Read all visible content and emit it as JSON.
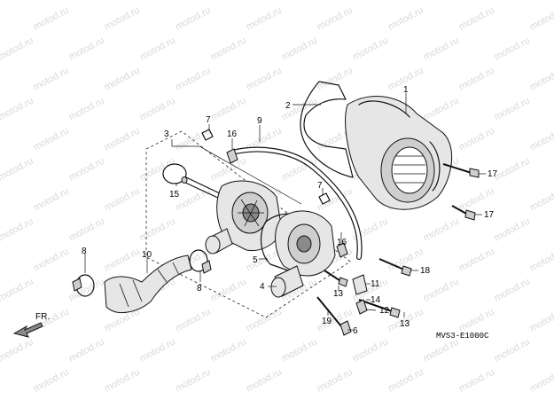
{
  "diagram": {
    "watermark": "motod.ru",
    "diagram_code": "MVS3-E1000C",
    "front_arrow_label": "FR.",
    "callouts": [
      "1",
      "2",
      "3",
      "4",
      "5",
      "6",
      "7",
      "7",
      "8",
      "8",
      "9",
      "10",
      "11",
      "12",
      "13",
      "13",
      "14",
      "15",
      "16",
      "16",
      "17",
      "17",
      "18",
      "19"
    ]
  }
}
